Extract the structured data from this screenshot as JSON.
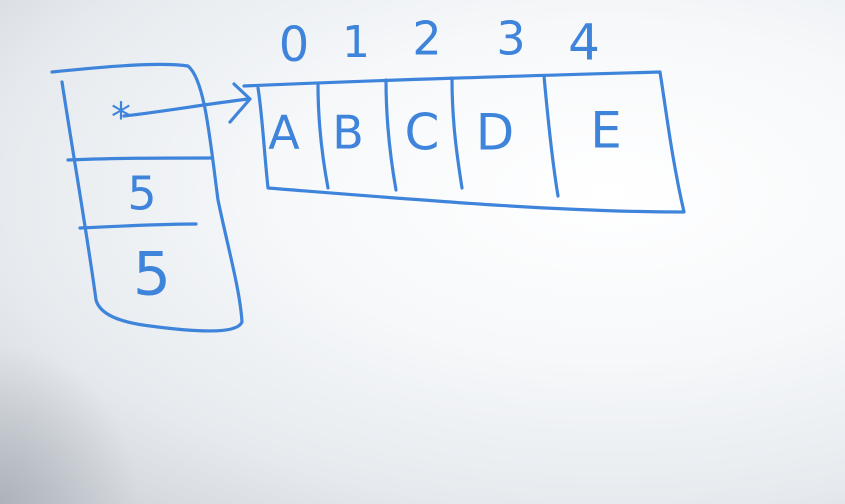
{
  "ink_color": "#3f84db",
  "structure": {
    "fields": [
      {
        "value": "*"
      },
      {
        "value": "5"
      },
      {
        "value": "5"
      }
    ]
  },
  "array": {
    "indices": [
      "0",
      "1",
      "2",
      "3",
      "4"
    ],
    "cells": [
      "A",
      "B",
      "C",
      "D",
      "E"
    ]
  }
}
